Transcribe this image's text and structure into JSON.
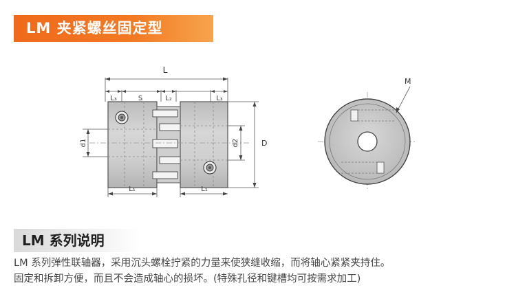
{
  "header": {
    "title": "LM 夹紧螺丝固定型"
  },
  "diagram": {
    "labels": {
      "L": "L",
      "L3_left": "L₃",
      "S": "S",
      "L2": "L₂",
      "L3_right": "L₃",
      "d1": "d1",
      "d2": "d2",
      "D": "D",
      "L1_left": "L₁",
      "L1_right": "L₁",
      "M": "M"
    }
  },
  "section": {
    "title": "LM 系列说明"
  },
  "description": {
    "line1": "LM 系列弹性联轴器，采用沉头螺栓拧紧的力量来使狭缝收缩，而将轴心紧紧夹持住。",
    "line2": "固定和拆卸方便，而且不会造成轴心的损坏。(特殊孔径和键槽均可按需求加工)"
  },
  "colors": {
    "header_orange": "#ef6a1c",
    "body_gray": "#c8c8c8",
    "outline": "#555555"
  }
}
